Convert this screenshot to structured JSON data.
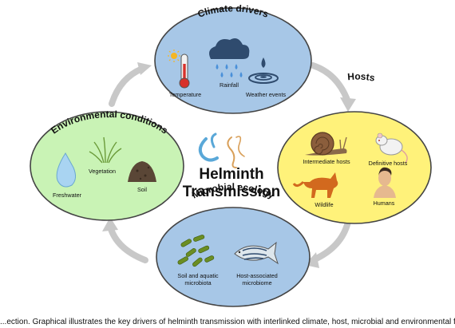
{
  "center": {
    "line1": "Helminth",
    "line2": "Transmission"
  },
  "nodes": {
    "climate": {
      "title": "Climate drivers",
      "items": [
        "Temperature",
        "Rainfall",
        "Weather events"
      ],
      "icons": [
        "thermometer-icon",
        "sun-icon",
        "rain-cloud-icon",
        "water-drop-splash-icon"
      ],
      "color": "#a7c7e7"
    },
    "hosts": {
      "title": "Hosts",
      "items": [
        "Intermediate hosts",
        "Definitive hosts",
        "Wildlife",
        "Humans"
      ],
      "icons": [
        "snail-icon",
        "rat-icon",
        "fox-icon",
        "human-icon"
      ],
      "color": "#fff27a"
    },
    "microbial": {
      "title": "Microbial ecology",
      "items": [
        "Soil and aquatic",
        "microbiota",
        "Host-associated",
        "microbiome"
      ],
      "icons": [
        "bacteria-icon",
        "fish-icon"
      ],
      "color": "#a7c7e7"
    },
    "environmental": {
      "title": "Environmental conditions",
      "items": [
        "Freshwater",
        "Vegetation",
        "Soil"
      ],
      "icons": [
        "water-drop-icon",
        "grass-icon",
        "soil-mound-icon"
      ],
      "color": "#c9f3b5"
    }
  },
  "colors": {
    "arrow": "#c8c8c8",
    "outline": "#444444",
    "worm_blue": "#5aa8d8",
    "worm_orange": "#d9a05a"
  },
  "caption": "...ection. Graphical illustrates the key drivers of helminth transmission with interlinked climate, host, microbial and environmental factors"
}
